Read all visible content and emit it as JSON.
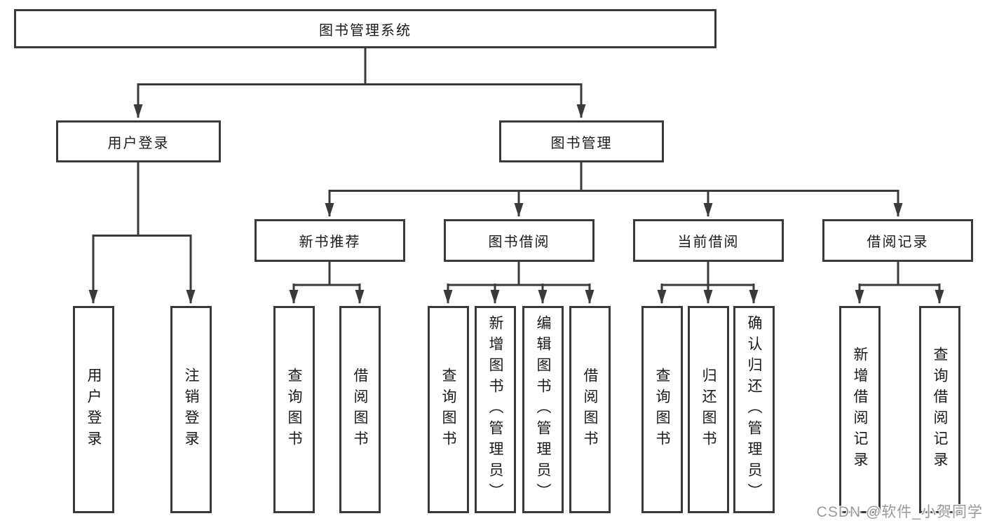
{
  "tree": {
    "root": {
      "label": "图书管理系统"
    },
    "branches": [
      {
        "label": "用户登录",
        "children": [
          {
            "label": "用户登录"
          },
          {
            "label": "注销登录"
          }
        ]
      },
      {
        "label": "图书管理",
        "children": [
          {
            "label": "新书推荐",
            "children": [
              {
                "label": "查询图书"
              },
              {
                "label": "借阅图书"
              }
            ]
          },
          {
            "label": "图书借阅",
            "children": [
              {
                "label": "查询图书"
              },
              {
                "label": "新增图书（管理员）"
              },
              {
                "label": "编辑图书（管理员）"
              },
              {
                "label": "借阅图书"
              }
            ]
          },
          {
            "label": "当前借阅",
            "children": [
              {
                "label": "查询图书"
              },
              {
                "label": "归还图书"
              },
              {
                "label": "确认归还（管理员）"
              }
            ]
          },
          {
            "label": "借阅记录",
            "children": [
              {
                "label": "新增借阅记录"
              },
              {
                "label": "查询借阅记录"
              }
            ]
          }
        ]
      }
    ]
  },
  "watermark": {
    "text": "CSDN @软件_小贺同学",
    "color": "#999999"
  },
  "colors": {
    "line": "#3a3a3a",
    "node_border": "#3a3a3a",
    "node_background": "#ffffff",
    "text": "#1a1a1a"
  }
}
